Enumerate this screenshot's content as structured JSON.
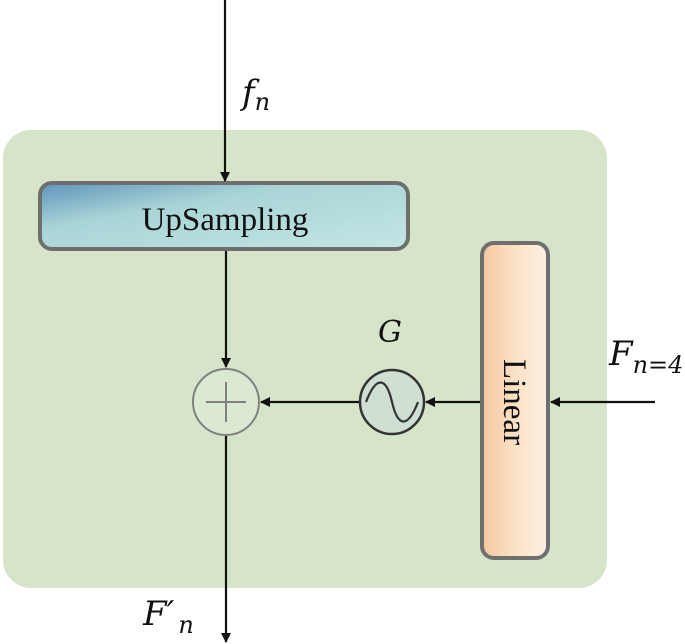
{
  "labels": {
    "input_f": "f",
    "input_f_sub": "n",
    "output_F": "F′",
    "output_F_sub": "n",
    "input_F": "F",
    "input_F_sub": "n=4",
    "gate": "G"
  },
  "blocks": {
    "upsampling": "UpSampling",
    "linear": "Linear"
  },
  "colors": {
    "panel": "#d6e5c9",
    "upsampling_gradient": [
      "#5f93bb",
      "#a9d4d6",
      "#c3e6e5"
    ],
    "linear_gradient": [
      "#f6cea6",
      "#fdebd6"
    ],
    "gate_fill": "#cfe0d3",
    "adder_fill": "#dce9d2",
    "stroke": "#6f6f6f",
    "arrow": "#111111"
  }
}
